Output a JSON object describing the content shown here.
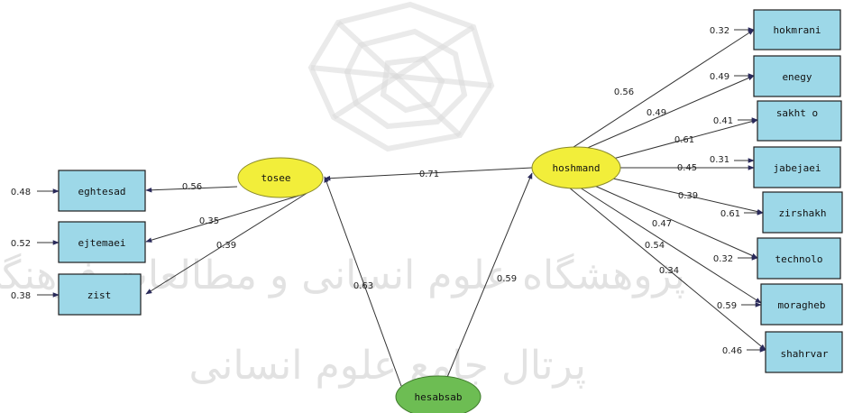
{
  "latent": {
    "tosee": "tosee",
    "hoshmand": "hoshmand",
    "hesabsab": "hesabsab"
  },
  "indicators_left": [
    {
      "name": "eghtesad",
      "error": "0.48",
      "loading": "0.56"
    },
    {
      "name": "ejtemaei",
      "error": "0.52",
      "loading": "0.35"
    },
    {
      "name": "zist",
      "error": "0.38",
      "loading": "0.39"
    }
  ],
  "indicators_right": [
    {
      "name": "hokmrani",
      "error": "0.32",
      "loading": "0.56"
    },
    {
      "name": "enegy",
      "error": "0.49",
      "loading": "0.49"
    },
    {
      "name": "sakht o",
      "error": "0.41",
      "loading": "0.61"
    },
    {
      "name": "jabejaei",
      "error": "0.31",
      "loading": "0.45"
    },
    {
      "name": "zirshakh",
      "error": "0.61",
      "loading": "0.39"
    },
    {
      "name": "technolo",
      "error": "0.32",
      "loading": "0.47"
    },
    {
      "name": "moragheb",
      "error": "0.59",
      "loading": "0.54"
    },
    {
      "name": "shahrvar",
      "error": "0.46",
      "loading": "0.34"
    }
  ],
  "paths": {
    "hoshmand_to_tosee": "0.71",
    "hesabsab_to_tosee": "0.63",
    "hesabsab_to_hoshmand": "0.59"
  },
  "watermark": {
    "line1": "پژوهشگاه علوم انسانی و مطالعات فرهنگی",
    "line2": "پرتال جامع علوم انسانی"
  }
}
